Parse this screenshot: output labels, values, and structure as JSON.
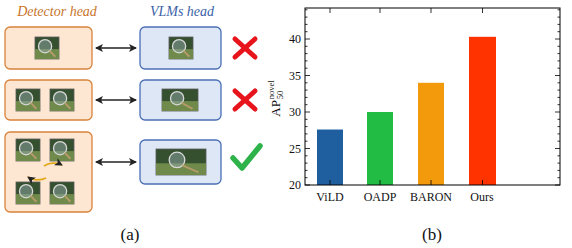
{
  "diagram": {
    "labels": [
      "Detector head",
      "VLMs head",
      "(a)",
      "40",
      "35",
      "30",
      "25",
      "20",
      "ViLD",
      "OADP",
      "BARON",
      "Ours",
      "AP",
      "novel",
      "50",
      "(b)"
    ]
  }
}
